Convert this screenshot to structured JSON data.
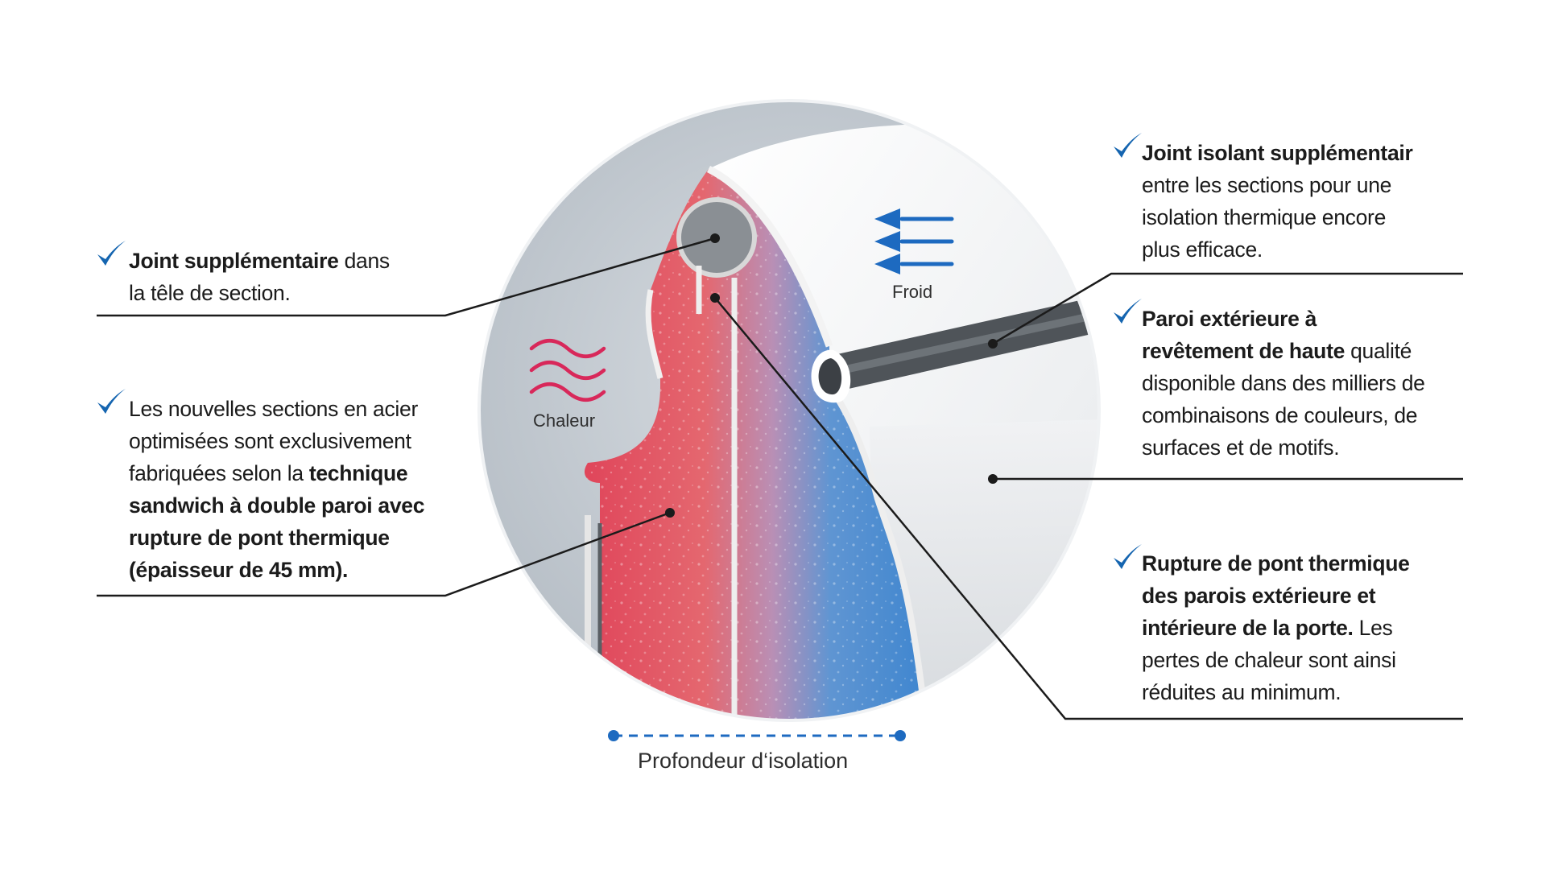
{
  "labels": {
    "heat": "Chaleur",
    "cold": "Froid",
    "depth": "Profondeur d‘isolation"
  },
  "callouts": {
    "left_top": {
      "l1_bold": "Joint supplémentaire",
      "l1_rest": " dans",
      "l2": "la têle de section."
    },
    "left_mid": {
      "l1": "Les nouvelles sections en acier",
      "l2": "optimisées sont exclusivement",
      "l3_plain": "fabriquées selon la ",
      "l3_bold": "technique",
      "l4_bold": "sandwich à double paroi avec",
      "l5_bold": "rupture de pont thermique",
      "l6_bold": "(épaisseur de 45 mm)."
    },
    "right_top": {
      "l1_bold": "Joint isolant supplémentair",
      "l2": "entre les sections pour une",
      "l3": "isolation thermique encore",
      "l4": "plus efficace."
    },
    "right_mid": {
      "l1_bold": "Paroi extérieure à",
      "l2_bold": "revêtement de haute",
      "l2_rest": " qualité",
      "l3": "disponible dans des milliers  de",
      "l4": "combinaisons de couleurs, de",
      "l5": "surfaces et de motifs."
    },
    "right_bottom": {
      "l1_bold": "Rupture de pont thermique",
      "l2_bold": "des parois extérieure  et",
      "l3_bold": "intérieure de la porte.",
      "l3_rest": "  Les",
      "l4": "pertes de chaleur sont ainsi",
      "l5": "réduites au minimum."
    }
  },
  "colors": {
    "check": "#1565b0",
    "warm": "#e0455a",
    "cool": "#3f86cf",
    "heat_waves": "#d8285a",
    "cold_arrows": "#1d6ac0",
    "depth_line": "#1d6ac0",
    "leader": "#1b1b1b"
  }
}
